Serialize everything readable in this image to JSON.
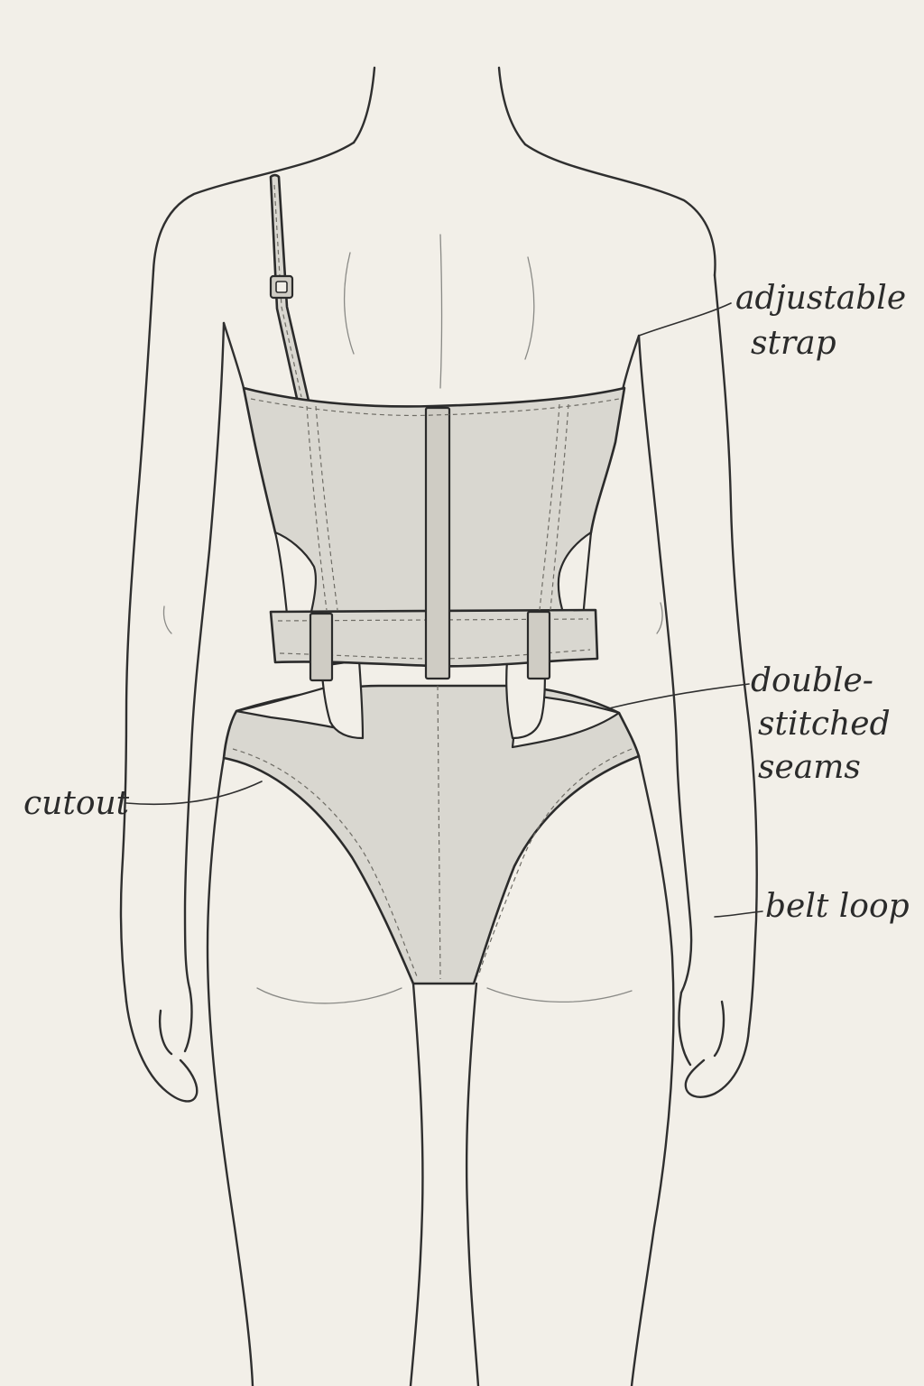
{
  "colors": {
    "background": "#f2efe8",
    "fabric": "#d9d7d0",
    "fabric_dark": "#cfccc4",
    "ink": "#2b2b2b"
  },
  "labels": {
    "adjustable_strap_line1": "adjustable",
    "adjustable_strap_line2": "strap",
    "double_stitched_line1": "double-",
    "double_stitched_line2": "stitched",
    "double_stitched_line3": "seams",
    "cutout": "cutout",
    "belt_loop": "belt loop"
  }
}
